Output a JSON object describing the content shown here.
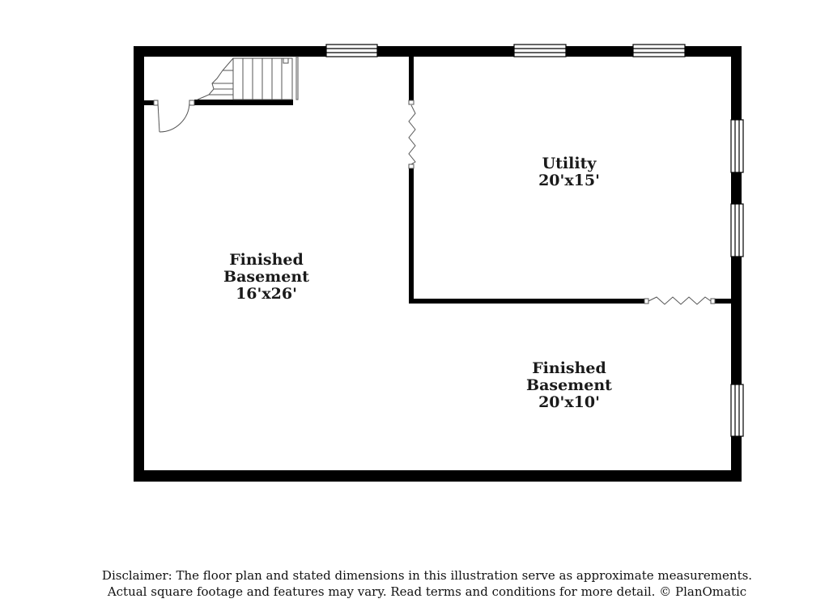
{
  "rooms": [
    {
      "name": "Finished",
      "name2": "Basement",
      "dims": "16'x26'"
    },
    {
      "name": "Utility",
      "dims": "20'x15'"
    },
    {
      "name": "Finished",
      "name2": "Basement",
      "dims": "20'x10'"
    }
  ],
  "disclaimer": {
    "line1": "Disclaimer: The floor plan and stated dimensions in this illustration serve as approximate measurements.",
    "line2": "Actual square footage and features may vary. Read terms and conditions for more detail. © PlanOmatic"
  },
  "colors": {
    "wall": "#000000",
    "background": "#ffffff",
    "fixture_stroke": "#555555"
  }
}
